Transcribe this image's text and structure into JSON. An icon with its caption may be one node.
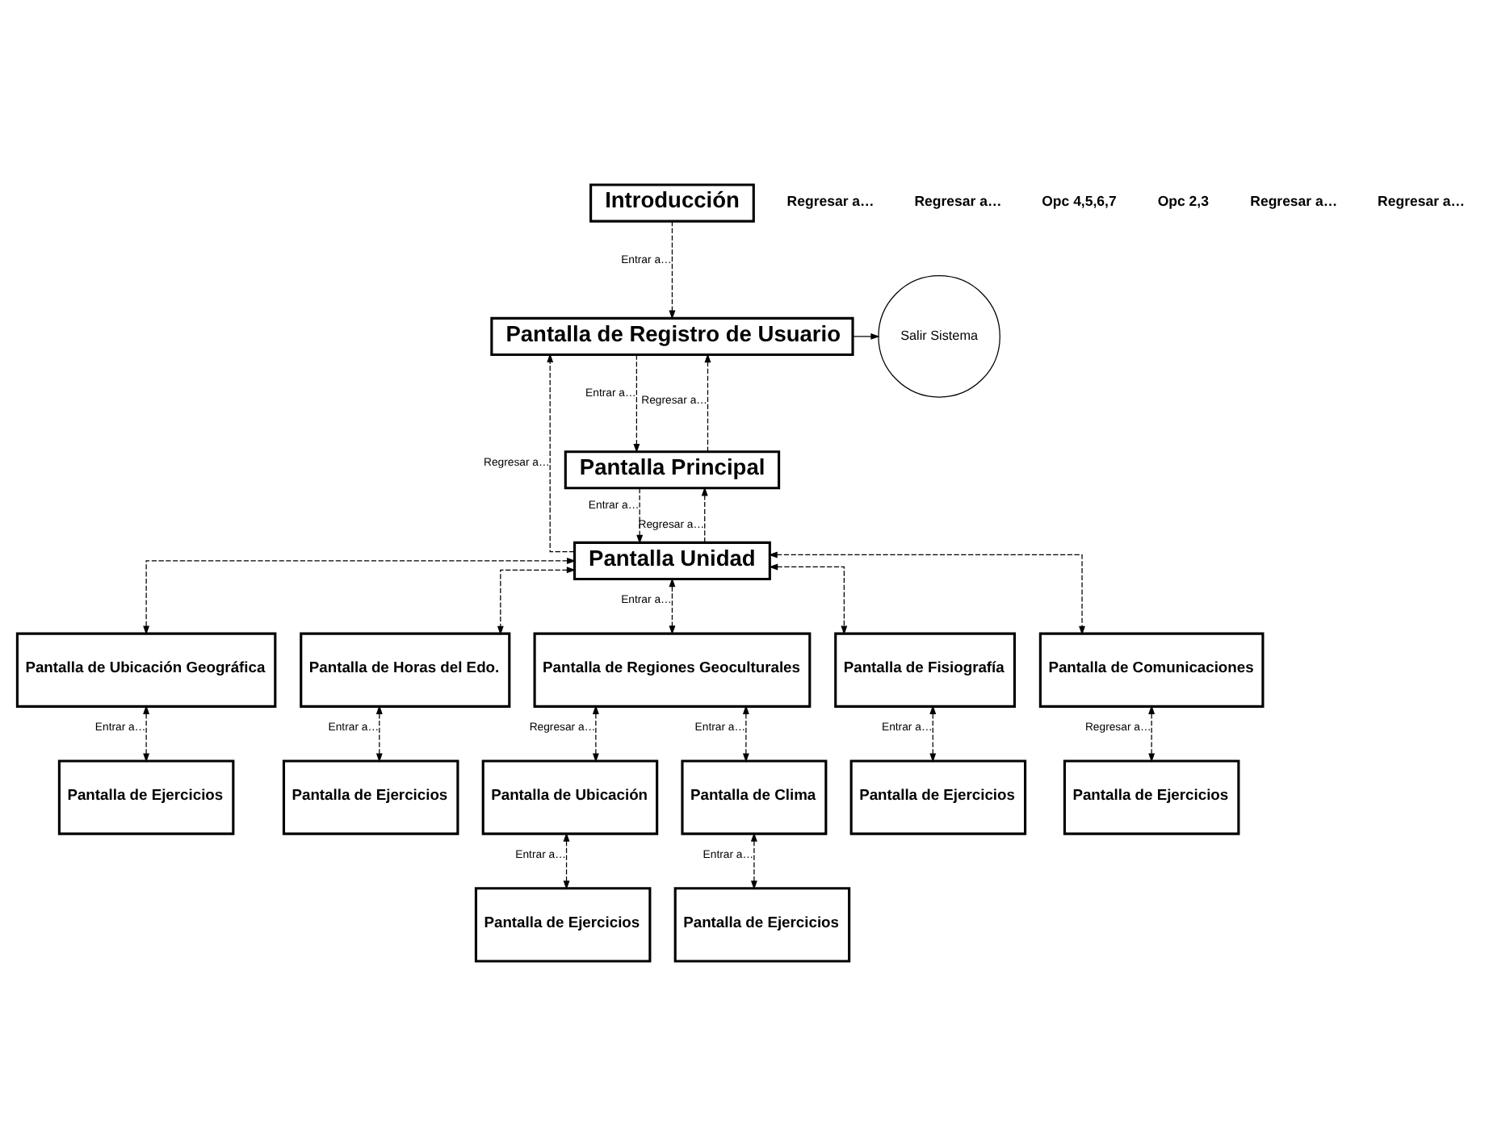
{
  "diagram": {
    "nodes": [
      {
        "text": [
          "Introducción"
        ]
      },
      {
        "text": [
          "Pantalla de Registro de Usuario"
        ]
      },
      {
        "text": [
          "Salir Sistema"
        ]
      },
      {
        "text": [
          "Pantalla Principal"
        ]
      },
      {
        "text": [
          "Pantalla Unidad"
        ]
      },
      {
        "text": [
          "Pantalla de Ubicación Geográfica"
        ]
      },
      {
        "text": [
          "Pantalla de Horas del Edo."
        ]
      },
      {
        "text": [
          "Pantalla de Regiones Geoculturales"
        ]
      },
      {
        "text": [
          "Pantalla de Fisiografía"
        ]
      },
      {
        "text": [
          "Pantalla de Comunicaciones"
        ]
      },
      {
        "text": [
          "Pantalla de Ejercicios"
        ]
      },
      {
        "text": [
          "Pantalla de Ejercicios"
        ]
      },
      {
        "text": [
          "Pantalla de Ubicación"
        ]
      },
      {
        "text": [
          "Pantalla de Clima"
        ]
      },
      {
        "text": [
          "Pantalla de Ejercicios"
        ]
      },
      {
        "text": [
          "Pantalla de Ejercicios"
        ]
      },
      {
        "text": [
          "Pantalla de Ejercicios"
        ]
      },
      {
        "text": [
          "Pantalla de Ejercicios"
        ]
      }
    ],
    "edges": [
      {
        "from": 0,
        "to": 1,
        "arrow": "to",
        "style": "dashed",
        "label": "Entrar a…"
      },
      {
        "from": 1,
        "to": 2,
        "arrow": "to"
      },
      {
        "from": 1,
        "to": 3,
        "arrow": "to",
        "style": "dashed",
        "label": "Entrar a…"
      },
      {
        "from": 3,
        "to": 1,
        "arrow": "to",
        "style": "dashed",
        "label": "Regresar a…"
      },
      {
        "from": 4,
        "to": 1,
        "arrow": "to",
        "style": "dashed",
        "label": "Regresar a…"
      },
      {
        "from": 3,
        "to": 4,
        "arrow": "to",
        "style": "dashed",
        "label": "Entrar a…"
      },
      {
        "from": 4,
        "to": 3,
        "arrow": "to",
        "style": "dashed",
        "label": "Regresar a…"
      },
      {
        "from": 4,
        "to": 5,
        "arrow": "both",
        "style": "dashed"
      },
      {
        "from": 4,
        "to": 6,
        "arrow": "both",
        "style": "dashed"
      },
      {
        "from": 4,
        "to": 7,
        "arrow": "both",
        "style": "dashed",
        "label": "Entrar a…"
      },
      {
        "from": 4,
        "to": 8,
        "arrow": "both",
        "style": "dashed"
      },
      {
        "from": 4,
        "to": 9,
        "arrow": "both",
        "style": "dashed"
      },
      {
        "from": 5,
        "to": 10,
        "arrow": "both",
        "style": "dashed",
        "label": "Entrar a…"
      },
      {
        "from": 6,
        "to": 11,
        "arrow": "both",
        "style": "dashed",
        "label": "Entrar a…"
      },
      {
        "from": 7,
        "to": 12,
        "arrow": "both",
        "style": "dashed",
        "label": "Regresar a…"
      },
      {
        "from": 7,
        "to": 13,
        "arrow": "both",
        "style": "dashed",
        "label": "Entrar a…"
      },
      {
        "from": 8,
        "to": 14,
        "arrow": "both",
        "style": "dashed",
        "label": "Entrar a…"
      },
      {
        "from": 9,
        "to": 15,
        "arrow": "both",
        "style": "dashed",
        "label": "Regresar a…"
      },
      {
        "from": 12,
        "to": 16,
        "arrow": "both",
        "style": "dashed",
        "label": "Entrar a…"
      },
      {
        "from": 13,
        "to": 17,
        "arrow": "both",
        "style": "dashed",
        "label": "Entrar a…"
      }
    ],
    "labels": [
      "Regresar a…",
      "Regresar a…",
      "Opc 4,5,6,7",
      "Opc 2,3",
      "Regresar a…",
      "Regresar a…"
    ]
  }
}
